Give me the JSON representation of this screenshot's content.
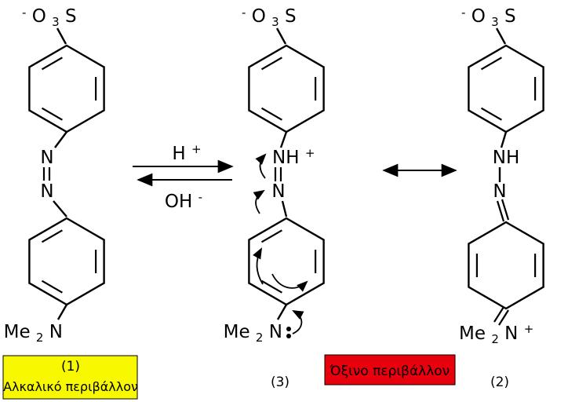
{
  "atoms": {
    "sulfo_charge": "-",
    "sulfo_o": "O",
    "sulfo_sub3": "3",
    "sulfo_s": "S",
    "n": "N",
    "nh": "NH",
    "me": "Me",
    "sub2": "2",
    "plus": "+",
    "minus": "-",
    "h": "H",
    "oh": "OH"
  },
  "labels": {
    "alkaline_number": "(1)",
    "alkaline_caption": "Αλκαλικό περιβάλλον",
    "intermediate_number": "(3)",
    "acidic_number": "(2)",
    "acidic_caption": "Όξινο περιβάλλον"
  },
  "colors": {
    "alkaline_box": "#f8f800",
    "acidic_box": "#e8000d",
    "ink": "#000000",
    "background": "#ffffff"
  }
}
